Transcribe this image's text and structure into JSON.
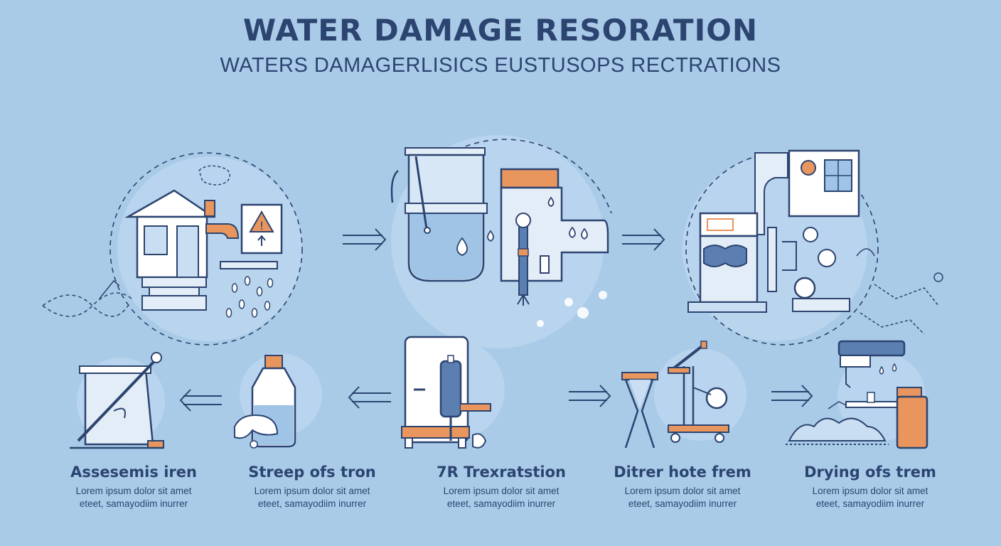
{
  "header": {
    "title": "WATER DAMAGE RESORATION",
    "subtitle": "WATERS DAMAGERLISICS EUSTUSOPS RECTRATIONS"
  },
  "icons": {
    "top": [
      "house-leak-icon",
      "water-tank-extraction-icon",
      "restoration-equipment-icon"
    ],
    "bottom": [
      "mop-bucket-icon",
      "cleaner-bottle-icon",
      "dehumidifier-unit-icon",
      "air-mover-icon",
      "drying-machine-icon"
    ]
  },
  "steps": [
    {
      "title": "Assesemis iren",
      "desc_line1": "Lorem ipsum dolor sit amet",
      "desc_line2": "eteet, samayodiim inurrer"
    },
    {
      "title": "Streep ofs tron",
      "desc_line1": "Lorem ipsum dolor sit amet",
      "desc_line2": "eteet, samayodiim inurrer"
    },
    {
      "title": "7R Trexratstion",
      "desc_line1": "Lorem ipsum dolor sit amet",
      "desc_line2": "eteet, samayodiim inurrer"
    },
    {
      "title": "Ditrer hote frem",
      "desc_line1": "Lorem ipsum dolor sit amet",
      "desc_line2": "eteet, samayodiim inurrer"
    },
    {
      "title": "Drying ofs trem",
      "desc_line1": "Lorem ipsum dolor sit amet",
      "desc_line2": "eteet, samayodiim inurrer"
    }
  ],
  "colors": {
    "background": "#a9cbe8",
    "navy": "#2c4470",
    "orange": "#e9955e",
    "light_blue": "#c9def2",
    "water_blue": "#9fc4e6"
  }
}
